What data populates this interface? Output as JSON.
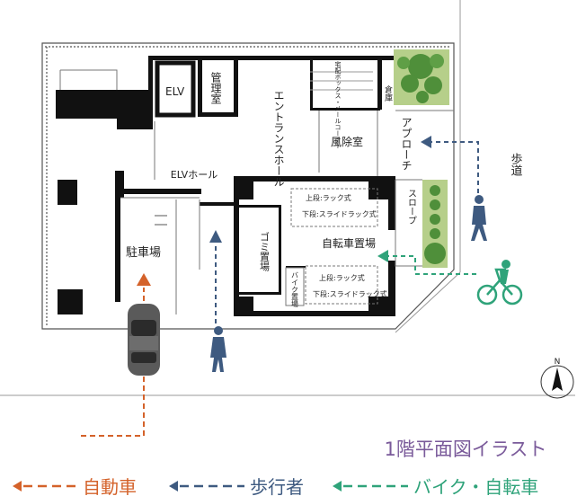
{
  "title": "1階平面図イラスト",
  "rooms": {
    "elv": "ELV",
    "kanri": "管理室",
    "entrance": "エントランスホール",
    "mailbox": "宅配ボックス・メールコーナー",
    "souko": "倉庫",
    "elv_hall": "ELVホール",
    "fujoshitsu": "風除室",
    "approach": "アプローチ",
    "slope": "スロープ",
    "sidewalk": "歩道",
    "parking": "駐車場",
    "garbage": "ゴミ置場",
    "bicycle": "自転車置場",
    "bike": "バイク置場",
    "rack1_upper": "上段:ラック式",
    "rack1_lower": "下段:スライドラック式",
    "rack2_upper": "上段:ラック式",
    "rack2_lower": "下段:スライドラック式"
  },
  "compass": "N",
  "legend": [
    {
      "label": "自動車",
      "color": "#d4622a"
    },
    {
      "label": "歩行者",
      "color": "#3e5a80"
    },
    {
      "label": "バイク・自転車",
      "color": "#2fa37a"
    }
  ],
  "colors": {
    "wall": "#111111",
    "planting": "#b6cf8a",
    "tree": "#4f8f3a",
    "title": "#7a5a9a"
  }
}
